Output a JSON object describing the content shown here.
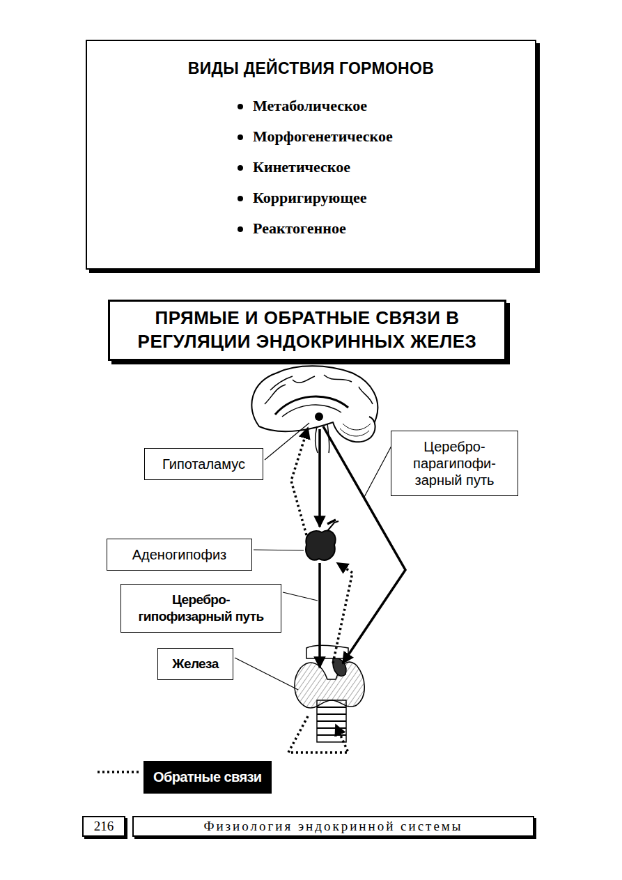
{
  "diagram": {
    "nodes": [
      {
        "text": [
          "ВИДЫ ДЕЙСТВИЯ ГОРМОНОВ",
          "Метаболическое",
          "Морфогенетическое",
          "Кинетическое",
          "Корригирующее",
          "Реактогенное"
        ]
      },
      {
        "text": [
          "ПРЯМЫЕ И ОБРАТНЫЕ СВЯЗИ В РЕГУЛЯЦИИ ЭНДОКРИННЫХ ЖЕЛЕЗ"
        ]
      },
      {
        "text": [
          "Гипоталамус"
        ]
      },
      {
        "text": [
          "Церебро- парагипофи- зарный путь"
        ]
      },
      {
        "text": [
          "Аденогипофиз"
        ]
      },
      {
        "text": [
          "Церебро- гипофизарный путь"
        ]
      },
      {
        "text": [
          "Железа"
        ]
      },
      {
        "text": [
          "216"
        ]
      },
      {
        "text": [
          "Физиология эндокринной системы"
        ]
      }
    ],
    "legend": [
      {
        "text": "Обратные связи"
      }
    ]
  }
}
